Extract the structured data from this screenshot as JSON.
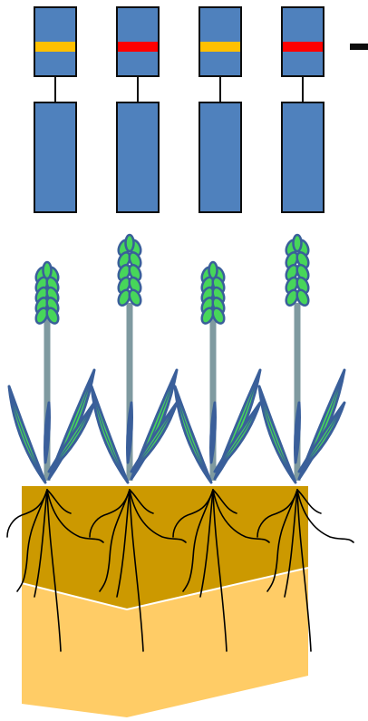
{
  "colors": {
    "chromosome_fill": "#4f81bd",
    "chromosome_stroke": "#0d0d0d",
    "band_yellow": "#ffc000",
    "band_red": "#ff0000",
    "leaf_fill": "#47d65a",
    "leaf_stroke": "#3a5f9a",
    "stem": "#7f9aa0",
    "topsoil": "#cc9900",
    "subsoil": "#ffcc66",
    "roots": "#000000"
  },
  "chromosomes": [
    {
      "band": "yellow"
    },
    {
      "band": "red"
    },
    {
      "band": "yellow"
    },
    {
      "band": "red"
    }
  ],
  "plants": [
    {
      "height": "short"
    },
    {
      "height": "tall"
    },
    {
      "height": "short"
    },
    {
      "height": "tall"
    }
  ],
  "icons": [
    "minus-sign-icon",
    "chromosome-icon",
    "wheat-plant-icon",
    "root-icon"
  ]
}
